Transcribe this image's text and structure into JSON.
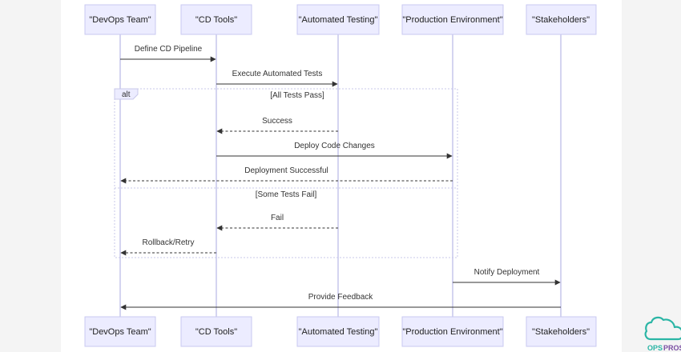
{
  "actors": [
    "\"DevOps Team\"",
    "\"CD Tools\"",
    "\"Automated Testing\"",
    "\"Production Environment\"",
    "\"Stakeholders\""
  ],
  "messages": [
    {
      "from": 0,
      "to": 1,
      "label": "Define CD Pipeline",
      "style": "solid"
    },
    {
      "from": 1,
      "to": 2,
      "label": "Execute Automated Tests",
      "style": "solid"
    },
    {
      "from": 2,
      "to": 1,
      "label": "Success",
      "style": "dashed"
    },
    {
      "from": 1,
      "to": 3,
      "label": "Deploy Code Changes",
      "style": "solid"
    },
    {
      "from": 3,
      "to": 0,
      "label": "Deployment Successful",
      "style": "dashed"
    },
    {
      "from": 2,
      "to": 1,
      "label": "Fail",
      "style": "dashed"
    },
    {
      "from": 1,
      "to": 0,
      "label": "Rollback/Retry",
      "style": "dashed"
    },
    {
      "from": 3,
      "to": 4,
      "label": "Notify Deployment",
      "style": "solid"
    },
    {
      "from": 4,
      "to": 0,
      "label": "Provide Feedback",
      "style": "solid"
    }
  ],
  "alt_block": {
    "keyword": "alt",
    "condition_1": "[All Tests Pass]",
    "condition_2": "[Some Tests Fail]"
  },
  "logo": {
    "part_1": "OPS",
    "part_2": "PROS",
    "color_1": "#2ab5a5",
    "color_2": "#7a4fa3"
  },
  "colors": {
    "actor_fill": "#ececff",
    "actor_border": "#c9c9f0",
    "lifeline": "#b8b8e6"
  }
}
